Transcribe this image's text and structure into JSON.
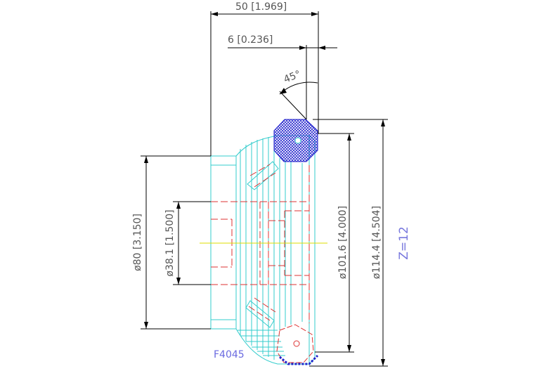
{
  "drawing": {
    "part_number": "F4045",
    "tooth_count": "Z=12",
    "colors": {
      "outline": "#33cccc",
      "hidden": "#dd3333",
      "center": "#dddd00",
      "dimension": "#000000",
      "hatch": "#2222cc",
      "text": "#555555"
    }
  },
  "dimensions": {
    "total_length": "50 [1.969]",
    "tooth_width": "6 [0.236]",
    "chamfer_angle": "45°",
    "hub_diameter": "ø80 [3.150]",
    "bore_diameter": "ø38.1 [1.500]",
    "pitch_diameter": "ø101.6 [4.000]",
    "outside_diameter": "ø114.4 [4.504]"
  }
}
